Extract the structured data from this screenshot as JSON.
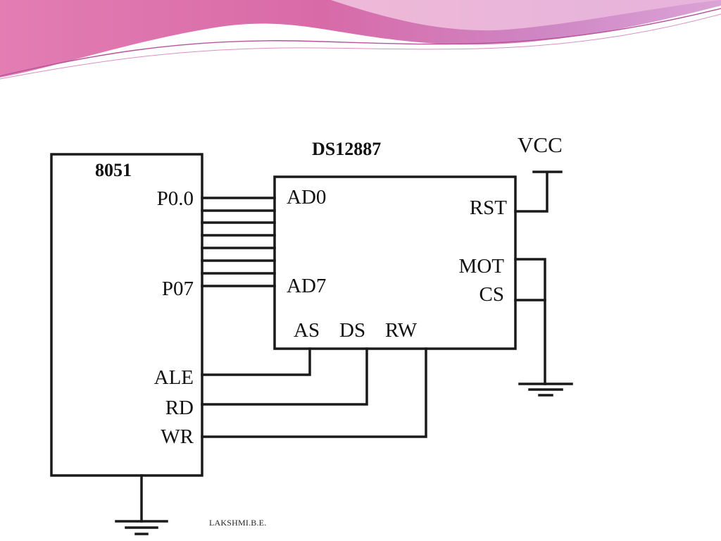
{
  "slide": {
    "footer_text": "LAKSHMI.B.E."
  },
  "schematic": {
    "mcu": {
      "name": "8051",
      "pins": {
        "p0_0": "P0.0",
        "p0_7": "P07",
        "ale": "ALE",
        "rd": "RD",
        "wr": "WR"
      }
    },
    "rtc": {
      "name": "DS12887",
      "pins": {
        "ad0": "AD0",
        "ad7": "AD7",
        "rst": "RST",
        "mot": "MOT",
        "cs": "CS",
        "as": "AS",
        "ds": "DS",
        "rw": "RW"
      }
    },
    "power": {
      "vcc": "VCC"
    }
  },
  "colors": {
    "wave_pink": "#e06aa8",
    "wave_purple": "#c97fc0",
    "wire": "#1a1a1a"
  }
}
